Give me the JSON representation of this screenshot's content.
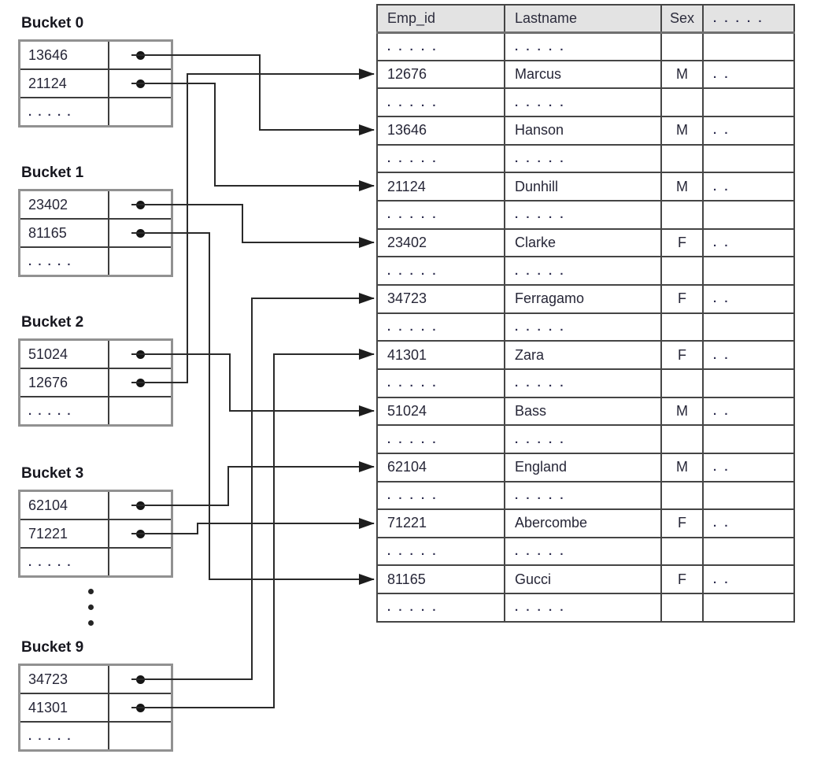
{
  "diagram_title": "hash-buckets-to-employee-file",
  "buckets": [
    {
      "label": "Bucket 0",
      "entries": [
        "13646",
        "21124"
      ],
      "overflow": ". . . . ."
    },
    {
      "label": "Bucket 1",
      "entries": [
        "23402",
        "81165"
      ],
      "overflow": ". . . . ."
    },
    {
      "label": "Bucket 2",
      "entries": [
        "51024",
        "12676"
      ],
      "overflow": ". . . . ."
    },
    {
      "label": "Bucket 3",
      "entries": [
        "62104",
        "71221"
      ],
      "overflow": ". . . . ."
    },
    {
      "label": "Bucket 9",
      "entries": [
        "34723",
        "41301"
      ],
      "overflow": ". . . . ."
    }
  ],
  "table": {
    "headers": [
      "Emp_id",
      "Lastname",
      "Sex",
      ". . . . ."
    ],
    "rows": [
      [
        ". . . . .",
        ". . . . .",
        "",
        ""
      ],
      [
        "12676",
        "Marcus",
        "M",
        ". ."
      ],
      [
        ". . . . .",
        ". . . . .",
        "",
        ""
      ],
      [
        "13646",
        "Hanson",
        "M",
        ". ."
      ],
      [
        ". . . . .",
        ". . . . .",
        "",
        ""
      ],
      [
        "21124",
        "Dunhill",
        "M",
        ". ."
      ],
      [
        ". . . . .",
        ". . . . .",
        "",
        ""
      ],
      [
        "23402",
        "Clarke",
        "F",
        ". ."
      ],
      [
        ". . . . .",
        ". . . . .",
        "",
        ""
      ],
      [
        "34723",
        "Ferragamo",
        "F",
        ". ."
      ],
      [
        ". . . . .",
        ". . . . .",
        "",
        ""
      ],
      [
        "41301",
        "Zara",
        "F",
        ". ."
      ],
      [
        ". . . . .",
        ". . . . .",
        "",
        ""
      ],
      [
        "51024",
        "Bass",
        "M",
        ". ."
      ],
      [
        ". . . . .",
        ". . . . .",
        "",
        ""
      ],
      [
        "62104",
        "England",
        "M",
        ". ."
      ],
      [
        ". . . . .",
        ". . . . .",
        "",
        ""
      ],
      [
        "71221",
        "Abercombe",
        "F",
        ". ."
      ],
      [
        ". . . . .",
        ". . . . .",
        "",
        ""
      ],
      [
        "81165",
        "Gucci",
        "F",
        ". ."
      ],
      [
        ". . . . .",
        ". . . . .",
        "",
        ""
      ]
    ]
  },
  "links": [
    {
      "bucket": "Bucket 0",
      "emp_id": "13646",
      "target_lastname": "Hanson"
    },
    {
      "bucket": "Bucket 0",
      "emp_id": "21124",
      "target_lastname": "Dunhill"
    },
    {
      "bucket": "Bucket 1",
      "emp_id": "23402",
      "target_lastname": "Clarke"
    },
    {
      "bucket": "Bucket 1",
      "emp_id": "81165",
      "target_lastname": "Gucci"
    },
    {
      "bucket": "Bucket 2",
      "emp_id": "51024",
      "target_lastname": "Bass"
    },
    {
      "bucket": "Bucket 2",
      "emp_id": "12676",
      "target_lastname": "Marcus"
    },
    {
      "bucket": "Bucket 3",
      "emp_id": "62104",
      "target_lastname": "England"
    },
    {
      "bucket": "Bucket 3",
      "emp_id": "71221",
      "target_lastname": "Abercombe"
    },
    {
      "bucket": "Bucket 9",
      "emp_id": "34723",
      "target_lastname": "Ferragamo"
    },
    {
      "bucket": "Bucket 9",
      "emp_id": "41301",
      "target_lastname": "Zara"
    }
  ],
  "icons": {
    "pointer_dot": "css-circle",
    "vertical_ellipsis": "three stacked css-circles",
    "arrowhead": "svg-triangle-right"
  },
  "colors": {
    "background": "#ffffff",
    "header_bg": "#e3e3e3",
    "cell_border": "#454545",
    "bucket_outer_border": "#919191",
    "line": "#2a2a2a",
    "text": "#262637"
  }
}
